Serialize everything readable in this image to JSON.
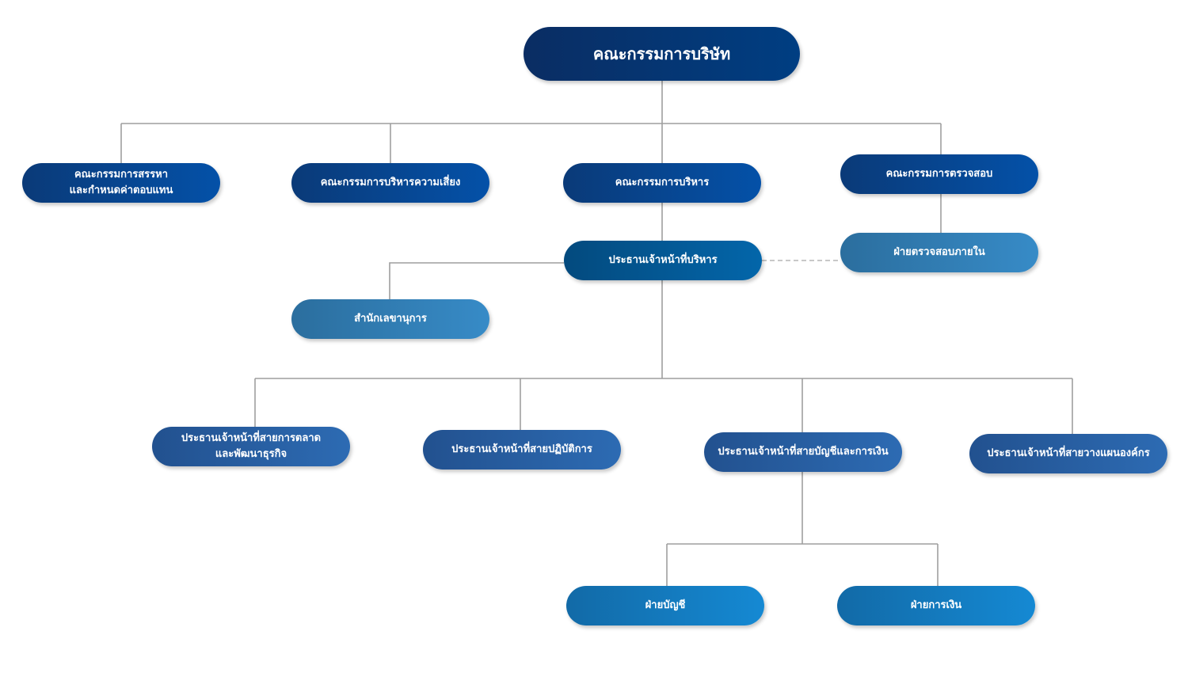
{
  "colors": {
    "connector": "#9e9e9e",
    "dashed_connector": "#b5b5b5",
    "board": "#003e82",
    "committee": "#0451a8",
    "ceo": "#0366aa",
    "support": "#378bc7",
    "executive": "#2d6bb3",
    "department": "#1589d3"
  },
  "org_chart": {
    "board": {
      "label": "คณะกรรมการบริษัท"
    },
    "committees": {
      "nomination": {
        "line1": "คณะกรรมการสรรหา",
        "line2": "และกำหนดค่าตอบแทน"
      },
      "risk": {
        "label": "คณะกรรมการบริหารความเสี่ยง"
      },
      "executive": {
        "label": "คณะกรรมการบริหาร"
      },
      "audit": {
        "label": "คณะกรรมการตรวจสอบ"
      }
    },
    "internal_audit": {
      "label": "ฝ่ายตรวจสอบภายใน"
    },
    "ceo": {
      "label": "ประธานเจ้าหน้าที่บริหาร"
    },
    "secretary": {
      "label": "สำนักเลขานุการ"
    },
    "chiefs": {
      "marketing": {
        "line1": "ประธานเจ้าหน้าที่สายการตลาด",
        "line2": "และพัฒนาธุรกิจ"
      },
      "operations": {
        "label": "ประธานเจ้าหน้าที่สายปฏิบัติการ"
      },
      "finance": {
        "label": "ประธานเจ้าหน้าที่สายบัญชีและการเงิน"
      },
      "planning": {
        "label": "ประธานเจ้าหน้าที่สายวางแผนองค์กร"
      }
    },
    "departments": {
      "accounting": {
        "label": "ฝ่ายบัญชี"
      },
      "treasury": {
        "label": "ฝ่ายการเงิน"
      }
    }
  }
}
